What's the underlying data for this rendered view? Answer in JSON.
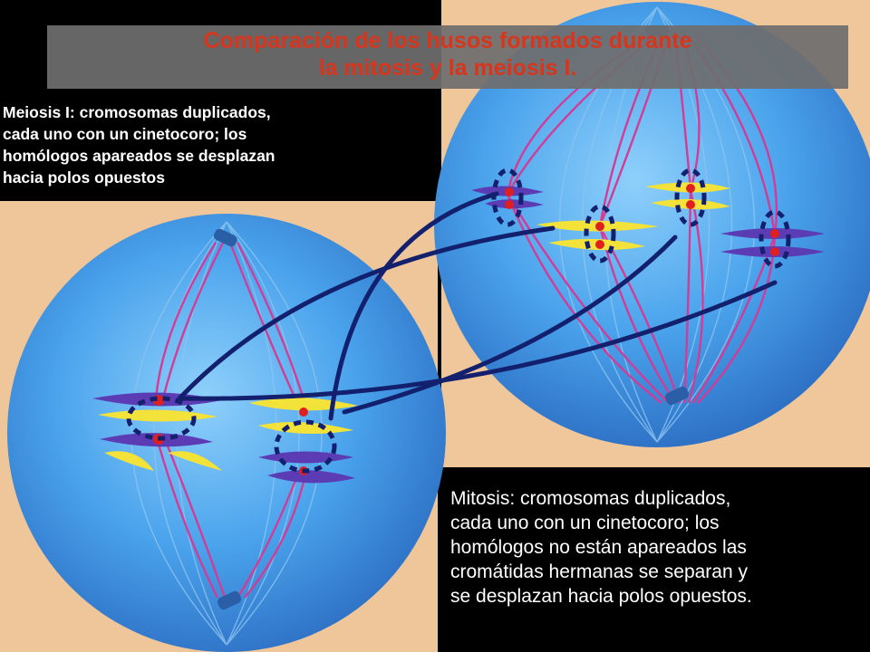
{
  "title": {
    "line1": "Comparación de los husos formados durante",
    "line2": "la mitosis y la meiosis I."
  },
  "meiosis_caption": {
    "lines": [
      "Meiosis I: cromosomas duplicados,",
      "cada uno con un cinetocoro; los",
      "homólogos apareados se desplazan",
      "hacia polos opuestos"
    ]
  },
  "mitosis_caption": {
    "lines": [
      "Mitosis: cromosomas duplicados,",
      "cada uno con un cinetocoro; los",
      "homólogos no están apareados las",
      "cromátidas hermanas se separan y",
      "se desplazan hacia polos opuestos."
    ]
  },
  "colors": {
    "title_text": "#d8351c",
    "cell_blue": "#4aa3ec",
    "spindle_magenta": "#d23c96",
    "chromosome_purple": "#5b3cb4",
    "chromosome_yellow": "#f2e23a",
    "kinetochore_red": "#e02020",
    "connector_navy": "#12206e",
    "right_panel_bg": "#efc79b",
    "left_panel_bg": "#eec69a"
  }
}
